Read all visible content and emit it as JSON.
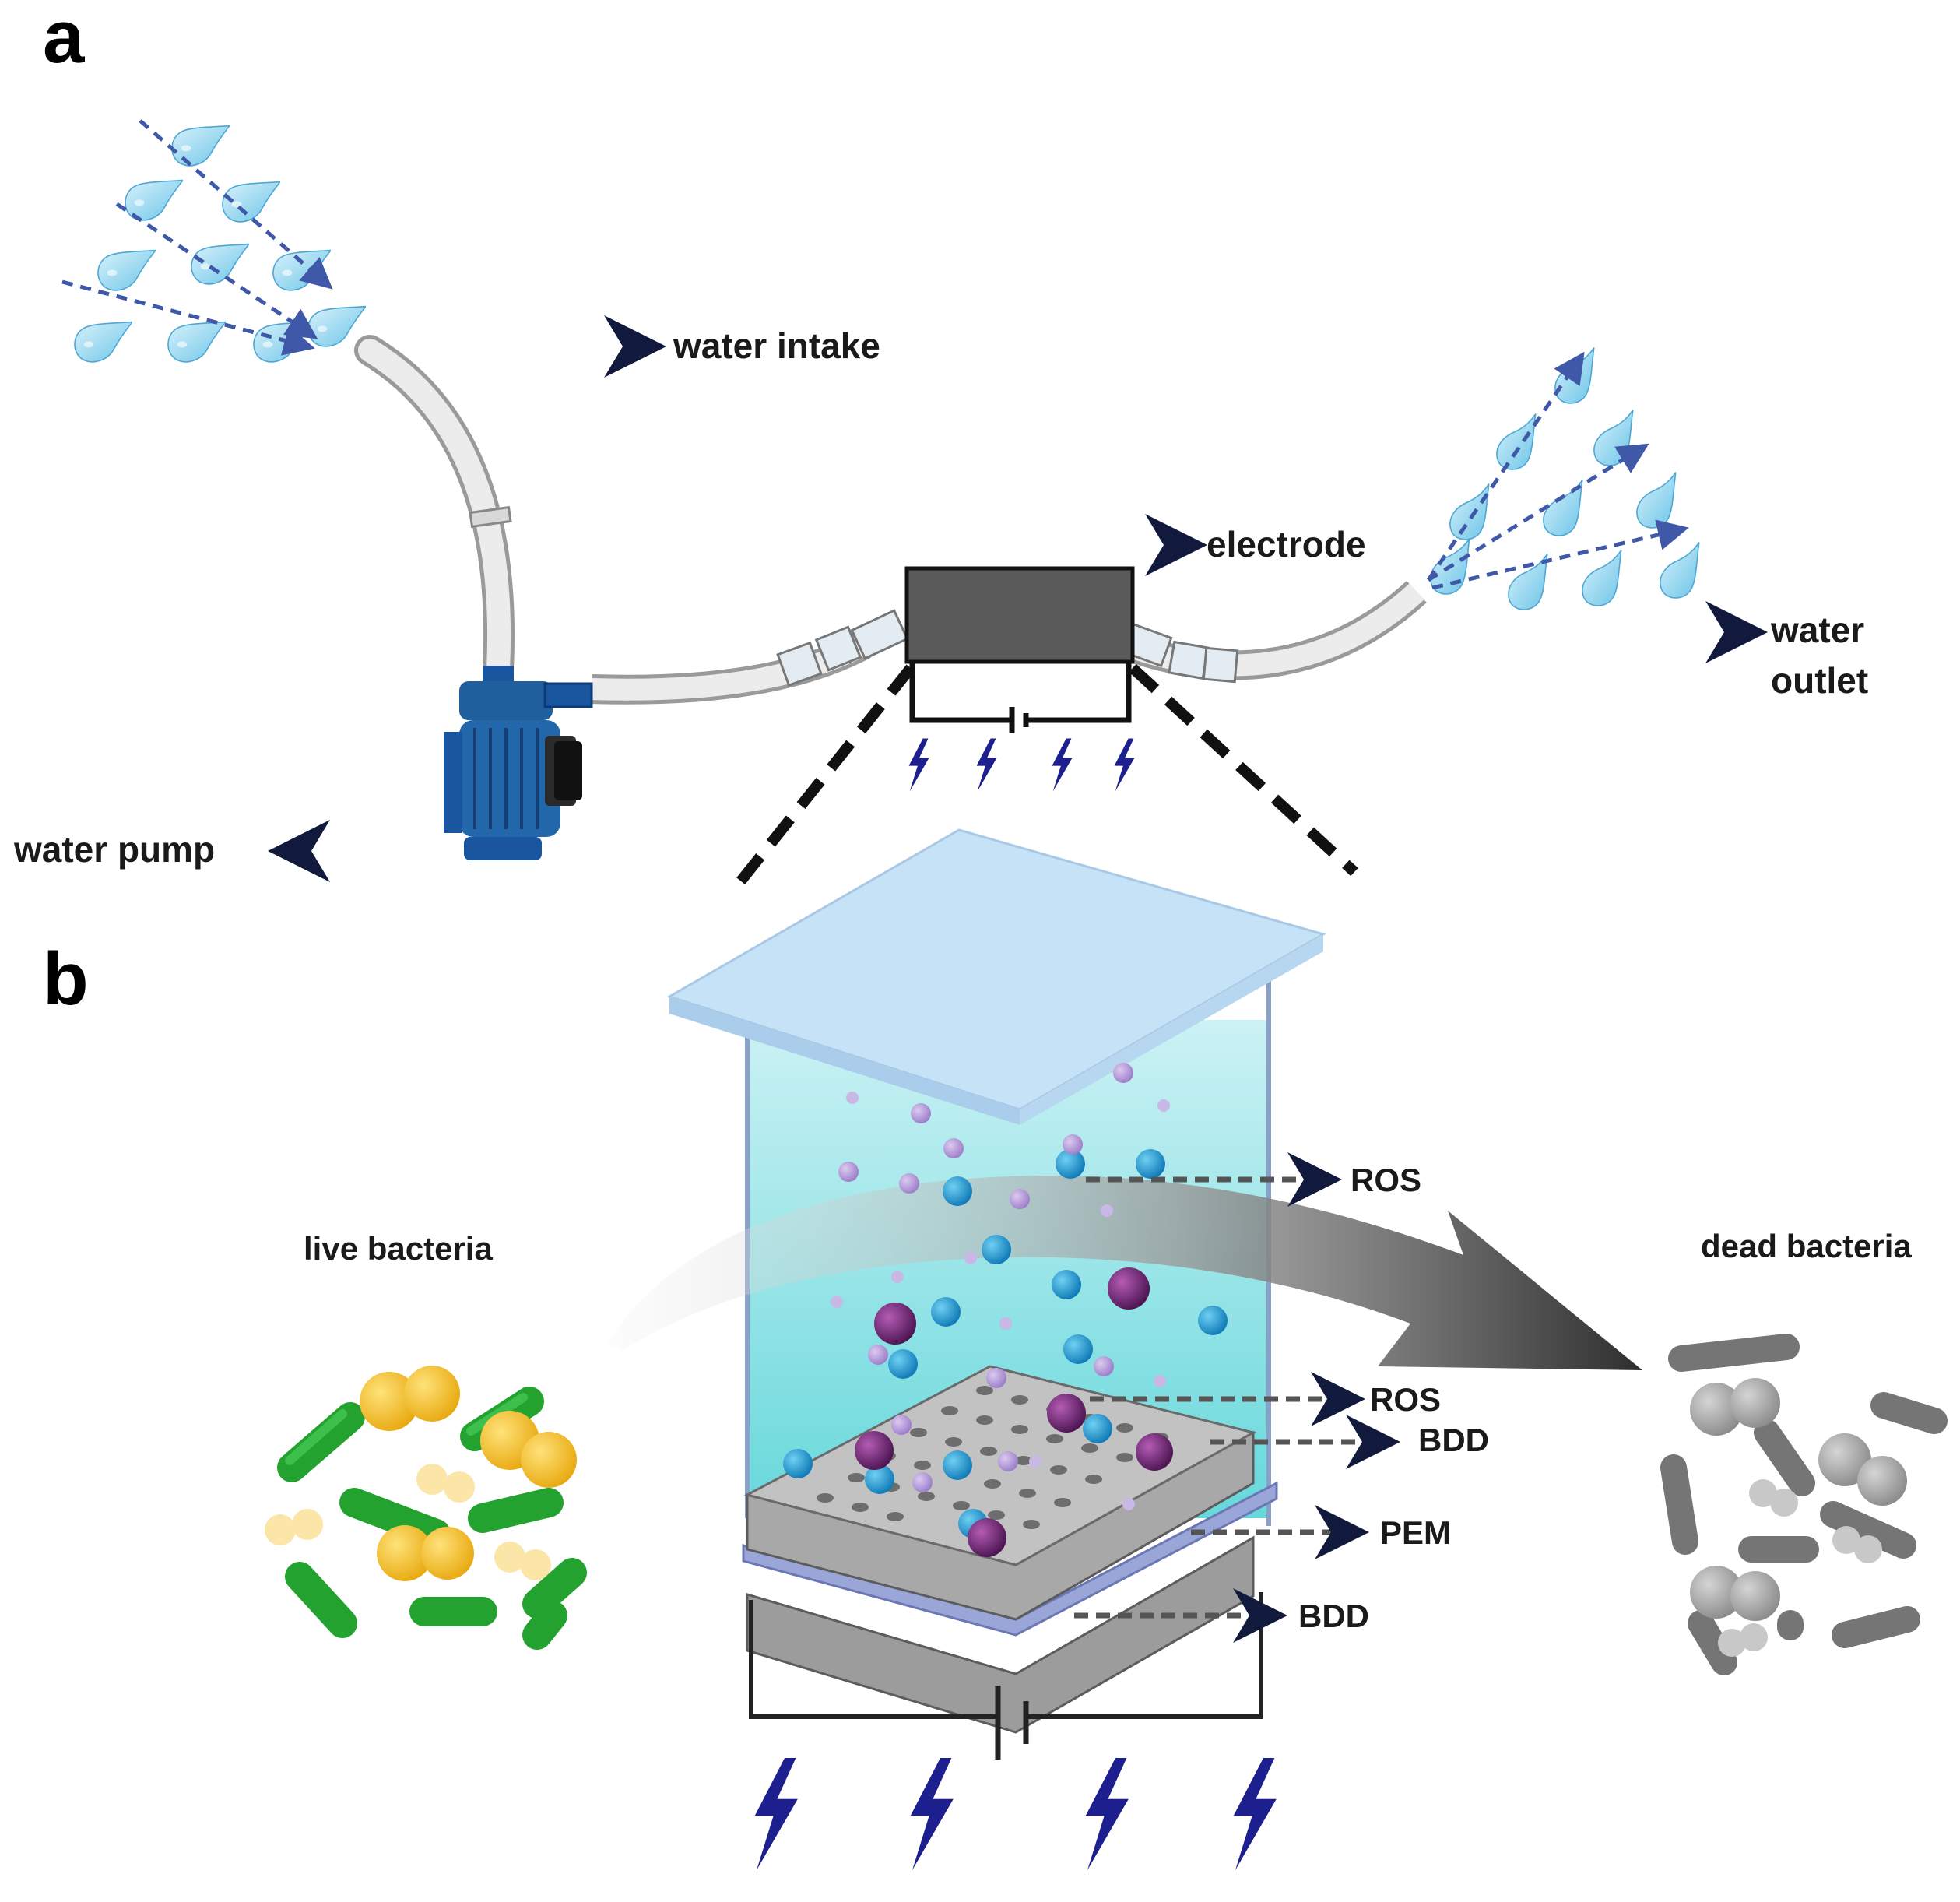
{
  "panels": {
    "a": "a",
    "b": "b"
  },
  "labels": {
    "water_intake": "water intake",
    "electrode": "electrode",
    "water_outlet_1": "water",
    "water_outlet_2": "outlet",
    "water_pump": "water pump",
    "live_bacteria": "live bacteria",
    "dead_bacteria": "dead bacteria",
    "ros_top": "ROS",
    "ros_mid": "ROS",
    "bdd_top": "BDD",
    "pem": "PEM",
    "bdd_bottom": "BDD"
  },
  "colors": {
    "droplet": "#8fd3ee",
    "arrow_blue": "#3f58a8",
    "pump_blue": "#1f5f9e",
    "chamber_top": "#c6e2f7",
    "chamber_water": "#7fdcdc",
    "electrode_box": "#5a5a5a",
    "bdd_gray": "#b5b5b5",
    "pem_blue": "#9aa6d8",
    "bolt": "#1d1f8f",
    "bacteria_green": "#22a832",
    "bacteria_yellow": "#f5c12e",
    "dead_gray": "#8c8c8c",
    "ros_cyan": "#1f9ed1",
    "ros_purple": "#7a2a7d",
    "ros_lilac": "#b69ad8"
  },
  "icons": [
    "water-droplet-icon",
    "water-pump-icon",
    "lightning-bolt-icon",
    "battery-symbol-icon",
    "bacteria-icon"
  ]
}
